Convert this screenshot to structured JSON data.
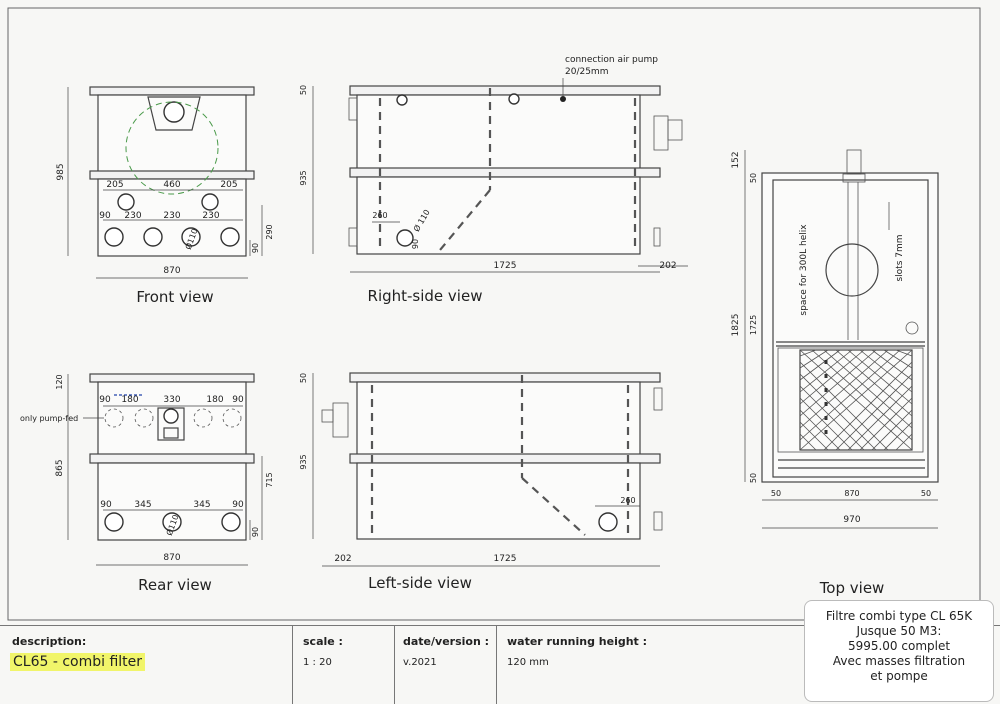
{
  "views": {
    "front": "Front view",
    "right": "Right-side view",
    "rear": "Rear view",
    "left": "Left-side view",
    "top": "Top view"
  },
  "annotations": {
    "air_pump_1": "connection air pump",
    "air_pump_2": "20/25mm",
    "pump_fed": "only pump-fed",
    "helix": "space for 300L helix",
    "slots": "slots 7mm"
  },
  "dims": {
    "front_height": "985",
    "front_width": "870",
    "front_top_row": [
      "205",
      "460",
      "205"
    ],
    "front_bottom_row": [
      "90",
      "230",
      "230",
      "230"
    ],
    "front_side_a": "290",
    "front_side_b": "90",
    "hole_dia": "Ø110",
    "right_top": "50",
    "right_height": "935",
    "right_260": "260",
    "right_110": "Ø 110",
    "right_90": "90",
    "right_length": "1725",
    "right_pump": "202",
    "rear_top": "120",
    "rear_height": "865",
    "rear_top_row": [
      "90",
      "180",
      "330",
      "180",
      "90"
    ],
    "rear_bottom_row": [
      "90",
      "345",
      "345",
      "90"
    ],
    "rear_side": "715",
    "rear_side_b": "90",
    "rear_width": "870",
    "left_top": "50",
    "left_height": "935",
    "left_pump": "202",
    "left_length": "1725",
    "left_260": "260",
    "top_152": "152",
    "top_total": "1825",
    "top_inner": "1725",
    "top_50a": "50",
    "top_50b": "50",
    "top_870": "870",
    "top_970": "970",
    "top_w50a": "50",
    "top_w50b": "50"
  },
  "title_block": {
    "description_label": "description:",
    "description_value": "CL65 - combi filter",
    "scale_label": "scale :",
    "scale_value": "1 : 20",
    "date_label": "date/version :",
    "date_value": "v.2021",
    "water_label": "water running height :",
    "water_value": "120 mm"
  },
  "note": {
    "line1": "Filtre combi type CL 65K",
    "line2": "Jusque 50 M3:",
    "line3": "5995.00 complet",
    "line4": "Avec masses filtration",
    "line5": "et pompe"
  },
  "colors": {
    "highlight": "#f1f56a",
    "green_dash": "#4a9a4a"
  }
}
